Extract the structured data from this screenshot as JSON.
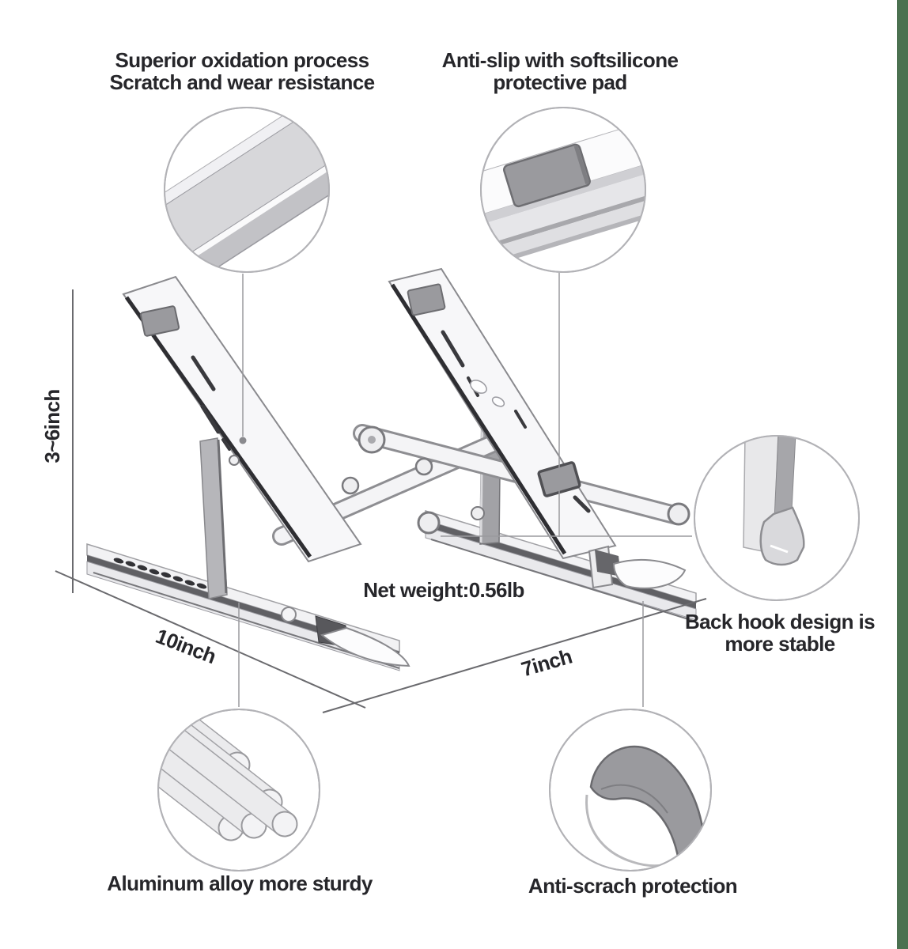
{
  "features": {
    "oxidation": {
      "line1": "Superior oxidation process",
      "line2": "Scratch and wear resistance"
    },
    "anti_slip": {
      "line1": "Anti-slip with softsilicone",
      "line2": "protective pad"
    },
    "back_hook": {
      "line1": "Back hook design is",
      "line2": "more stable"
    },
    "aluminum": {
      "label": "Aluminum alloy more sturdy"
    },
    "anti_scratch": {
      "label": "Anti-scrach protection"
    }
  },
  "dimensions": {
    "height_range": "3~6inch",
    "base_length": "10inch",
    "base_depth": "7inch",
    "net_weight": "Net weight:0.56lb"
  },
  "colors": {
    "accent_strip": "#4b7150",
    "silicone_pad": "#9a9a9e",
    "text": "#26262a",
    "line_art_gray": "#8e8e92"
  }
}
